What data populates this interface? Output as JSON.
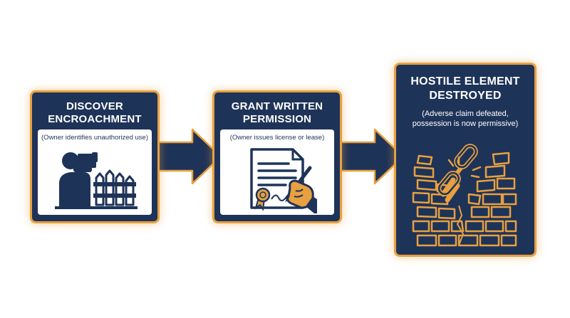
{
  "steps": [
    {
      "title_line1": "DISCOVER",
      "title_line2": "ENCROACHMENT",
      "subtitle": "(Owner identifies unauthorized use)",
      "icon": "binoculars-person-fence-icon"
    },
    {
      "title_line1": "GRANT WRITTEN",
      "title_line2": "PERMISSION",
      "subtitle": "(Owner issues license or lease)",
      "icon": "signed-certificate-icon"
    },
    {
      "title_line1": "HOSTILE ELEMENT",
      "title_line2": "DESTROYED",
      "subtitle_line1": "(Adverse claim defeated,",
      "subtitle_line2": "possession is now permissive)",
      "icon": "broken-chain-crumbling-wall-icon"
    }
  ],
  "colors": {
    "navy": "#1e3358",
    "orange": "#e8a040",
    "white": "#ffffff"
  }
}
